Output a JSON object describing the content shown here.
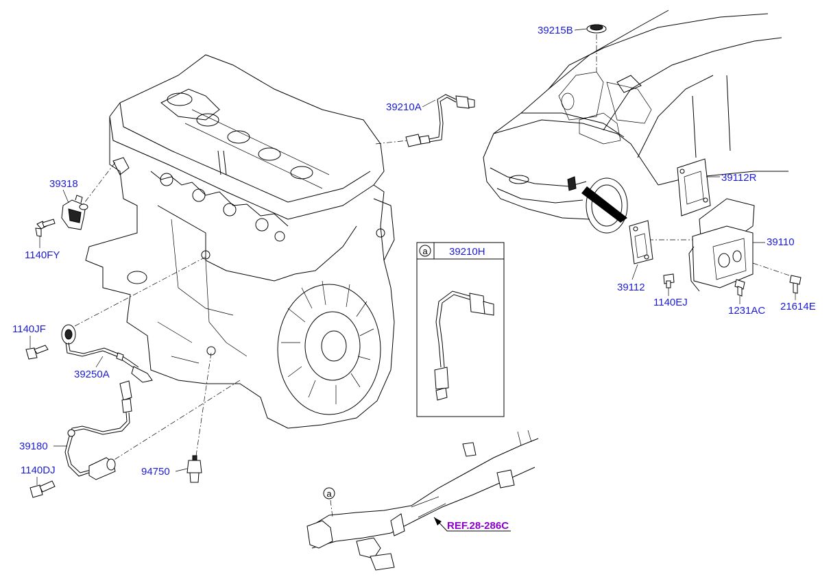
{
  "labels": {
    "p39215B": "39215B",
    "p39210A": "39210A",
    "p39318": "39318",
    "p1140FY": "1140FY",
    "p39112R": "39112R",
    "p39110": "39110",
    "p39112": "39112",
    "p1140EJ": "1140EJ",
    "p1231AC": "1231AC",
    "p21614E": "21614E",
    "p1140JF": "1140JF",
    "p39250A": "39250A",
    "p39180": "39180",
    "p1140DJ": "1140DJ",
    "p94750": "94750",
    "p39210H": "39210H"
  },
  "detail_box": {
    "marker": "a",
    "part": "39210H"
  },
  "exhaust_marker": "a",
  "reference": "REF.28-286C",
  "colors": {
    "part_label": "#1a1ad6",
    "reference": "#8a00c8",
    "line": "#000000"
  }
}
